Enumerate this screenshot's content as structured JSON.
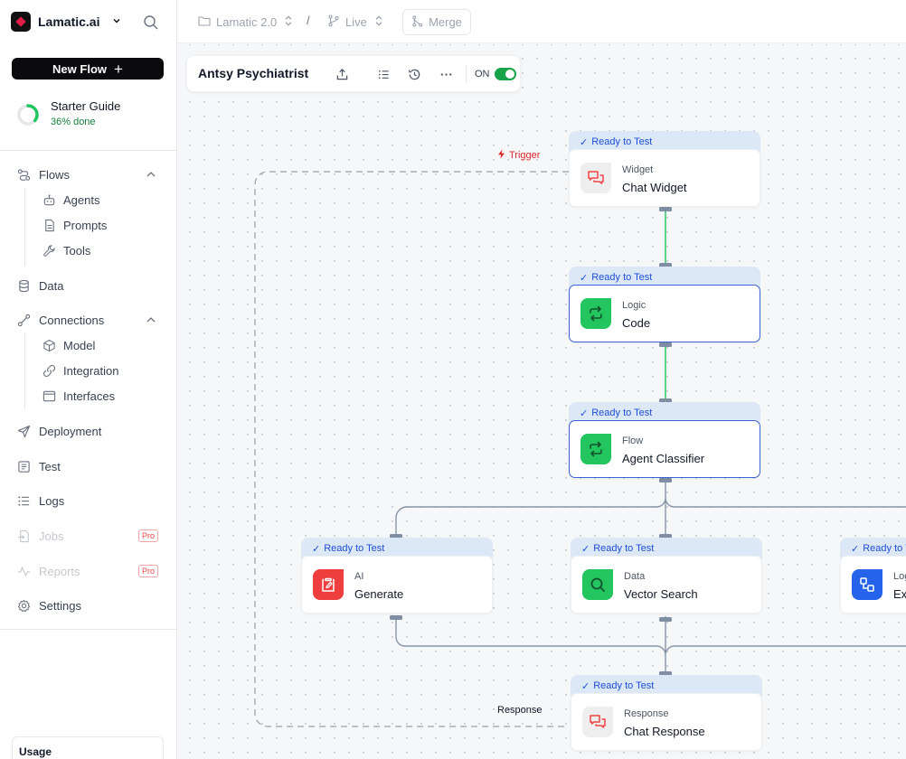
{
  "app": {
    "name": "Lamatic.ai"
  },
  "sidebar": {
    "new_flow_label": "New Flow",
    "starter": {
      "title": "Starter Guide",
      "progress_text": "36% done",
      "progress": 0.36
    },
    "flows": {
      "label": "Flows",
      "items": [
        "Agents",
        "Prompts",
        "Tools"
      ]
    },
    "data_label": "Data",
    "connections": {
      "label": "Connections",
      "items": [
        "Model",
        "Integration",
        "Interfaces"
      ]
    },
    "deployment_label": "Deployment",
    "test_label": "Test",
    "logs_label": "Logs",
    "jobs_label": "Jobs",
    "reports_label": "Reports",
    "pro_badge": "Pro",
    "settings_label": "Settings",
    "usage_label": "Usage"
  },
  "topbar": {
    "project": "Lamatic 2.0",
    "separator": "/",
    "branch": "Live",
    "merge_label": "Merge"
  },
  "flow": {
    "title": "Antsy Psychiatrist",
    "toggle_label": "ON",
    "toggle_on": true
  },
  "canvas": {
    "trigger_label": "Trigger",
    "response_label": "Response"
  },
  "status_text": "Ready to Test",
  "nodes": {
    "widget": {
      "kind": "Widget",
      "name": "Chat Widget"
    },
    "logic": {
      "kind": "Logic",
      "name": "Code"
    },
    "flow": {
      "kind": "Flow",
      "name": "Agent Classifier"
    },
    "ai": {
      "kind": "AI",
      "name": "Generate"
    },
    "data": {
      "kind": "Data",
      "name": "Vector Search"
    },
    "logic2": {
      "kind": "Logi",
      "name": "Ex"
    },
    "response": {
      "kind": "Response",
      "name": "Chat Response"
    }
  },
  "colors": {
    "accent": "#16a34a",
    "status_bg": "#dde8f7",
    "status_text": "#1d4ed8",
    "selected_border": "#3b63d6",
    "trigger": "#dc2626",
    "chat_icon": "#ef4444",
    "code_icon": "#22c55e",
    "ai_icon": "#ef3e3e",
    "search_icon": "#22c55e",
    "logic_icon": "#2563eb"
  }
}
